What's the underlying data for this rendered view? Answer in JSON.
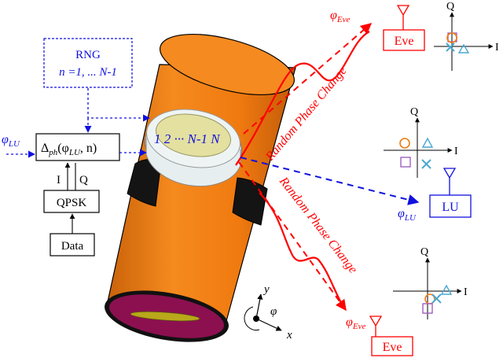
{
  "colors": {
    "red": "#ff0000",
    "blue": "#1010e0",
    "orange": "#f07a10",
    "purple": "#a060c0",
    "cyan": "#4aa8d0",
    "pipe": "#f27c10",
    "pipe_dark": "#b85a08",
    "end_face": "#8c1050",
    "end_slot": "#b8a81a",
    "band": "#141414"
  },
  "blocks": {
    "rng_title": "RNG",
    "rng_range": "n =1, ... N-1",
    "delta_main": "Δ",
    "delta_sub": "ph",
    "delta_args": "(φ",
    "delta_args_sub": "LU",
    "delta_args_end": ", n)",
    "qpsk": "QPSK",
    "data": "Data",
    "i_label": "I",
    "q_label": "Q"
  },
  "labels": {
    "phi_lu_in": "φ",
    "phi_lu_in_sub": "LU",
    "phi_eve_top": "φ",
    "phi_eve_top_sub": "Eve",
    "phi_lu_right": "φ",
    "phi_lu_right_sub": "LU",
    "phi_eve_bottom": "φ",
    "phi_eve_bottom_sub": "Eve",
    "random_phase_top": "Random Phase Change",
    "random_phase_bottom": "Random Phase Change",
    "elements": "1 2 ··· N-1 N"
  },
  "receivers": {
    "eve_top": "Eve",
    "lu": "LU",
    "eve_bottom": "Eve"
  },
  "axes": {
    "i": "I",
    "q": "Q",
    "y": "y",
    "phi": "φ",
    "x": "x"
  }
}
